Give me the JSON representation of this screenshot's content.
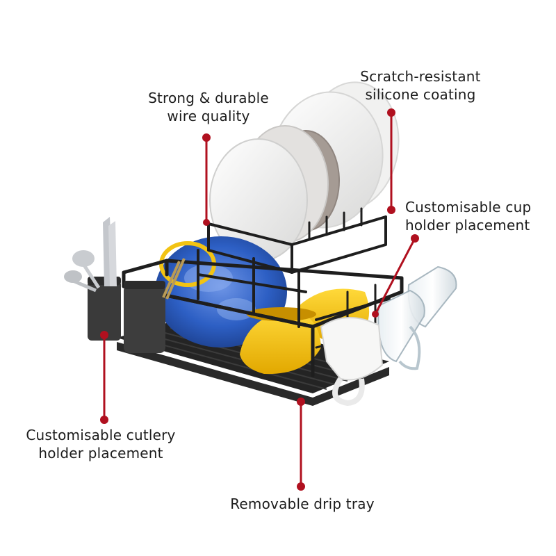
{
  "callouts": {
    "wire": {
      "line1": "Strong & durable",
      "line2": "wire quality"
    },
    "coating": {
      "line1": "Scratch-resistant",
      "line2": "silicone coating"
    },
    "cup": {
      "line1": "Customisable cup",
      "line2": "holder placement"
    },
    "cutlery": {
      "line1": "Customisable cutlery",
      "line2": "holder placement"
    },
    "tray": {
      "line1": "Removable drip tray"
    }
  },
  "colors": {
    "accent": "#b0101f",
    "rack": "#1e1e1e",
    "blue_bowl": "#2d5fc4",
    "yellow_bowl": "#f2c313",
    "plate": "#ebebea",
    "taupe_plate": "#a59b94",
    "tray": "#222222"
  }
}
